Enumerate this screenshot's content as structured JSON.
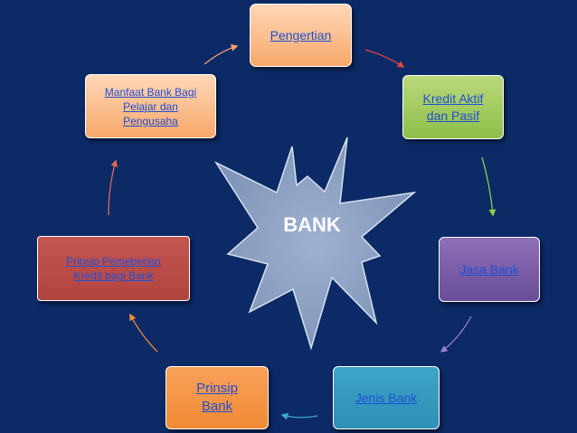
{
  "center": {
    "label": "BANK"
  },
  "nodes": {
    "pengertian": {
      "label": "Pengertian"
    },
    "kredit": {
      "line1": "Kredit Aktif",
      "line2": "dan Pasif"
    },
    "jasa": {
      "label": "Jasa Bank"
    },
    "jenis": {
      "label": "Jenis Bank"
    },
    "prinsip": {
      "line1": "Prinsip",
      "line2": "Bank"
    },
    "pemberian": {
      "line1": "Prinsip Pemeberian",
      "line2": "Kredit bagi Bank"
    },
    "manfaat": {
      "line1": "Manfaat Bank Bagi",
      "line2": "Pelajar dan",
      "line3": "Pengusaha"
    }
  },
  "colors": {
    "background": "#0b2a66",
    "star": "#8fa3c4",
    "link_text": "#1f4fd6",
    "arrow_red": "#e0443e",
    "arrow_green": "#8cd24a",
    "arrow_purple": "#9b7fd0",
    "arrow_blue": "#3fa7d0",
    "arrow_orange": "#f08a35"
  }
}
